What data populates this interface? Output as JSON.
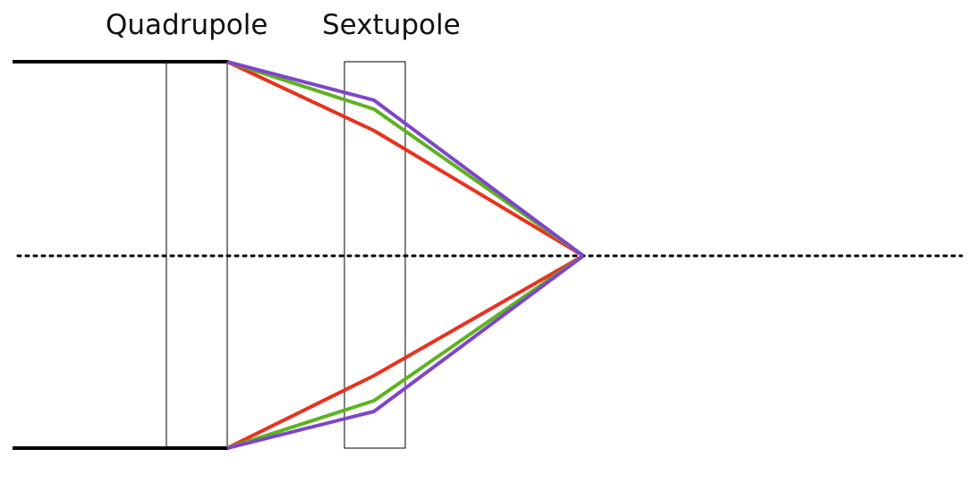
{
  "labels": {
    "quadrupole": "Quadrupole",
    "sextupole": "Sextupole"
  },
  "colors": {
    "beam_boundary": "#000000",
    "element_outline": "#000000",
    "axis": "#000000",
    "ray_red": "#e8321e",
    "ray_green": "#5cb31f",
    "ray_purple": "#7f45c9",
    "background": "#ffffff"
  },
  "rays": [
    {
      "name": "red",
      "color_key": "ray_red"
    },
    {
      "name": "green",
      "color_key": "ray_green"
    },
    {
      "name": "purple",
      "color_key": "ray_purple"
    }
  ],
  "axis_style": "dotted"
}
